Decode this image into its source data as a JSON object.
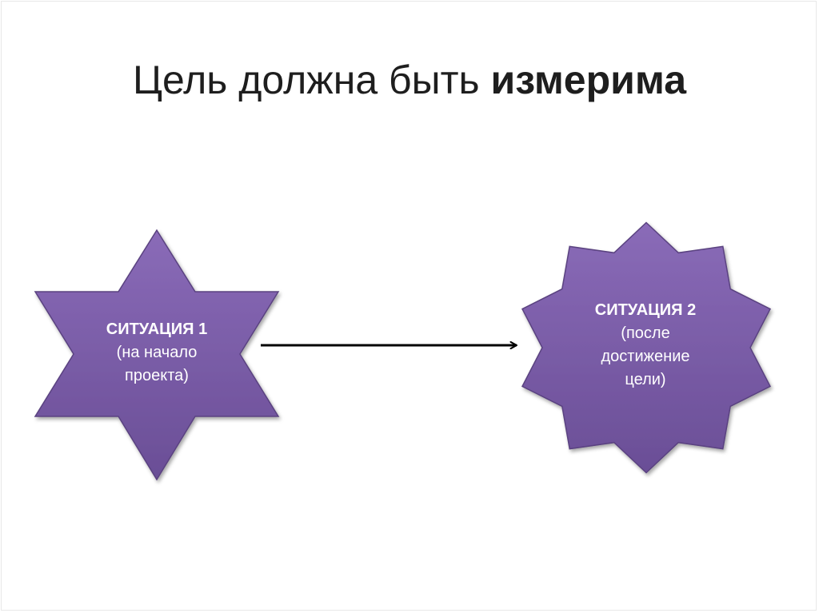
{
  "slide": {
    "title_regular": "Цель должна быть ",
    "title_bold": "измерима"
  },
  "nodes": [
    {
      "id": "situation-1",
      "heading": "СИТУАЦИЯ 1",
      "detail": "(на начало\nпроекта)",
      "shape": "six-point-star"
    },
    {
      "id": "situation-2",
      "heading": "СИТУАЦИЯ 2",
      "detail": "(после\nдостижение\nцели)",
      "shape": "ten-point-star"
    }
  ],
  "edges": [
    {
      "from": "situation-1",
      "to": "situation-2",
      "style": "arrow"
    }
  ],
  "colors": {
    "shape_fill_top": "#8a6bb8",
    "shape_fill_bottom": "#6a4e96",
    "shape_stroke": "#5a4280",
    "arrow": "#000000",
    "title": "#1e1e1e",
    "label": "#ffffff"
  }
}
